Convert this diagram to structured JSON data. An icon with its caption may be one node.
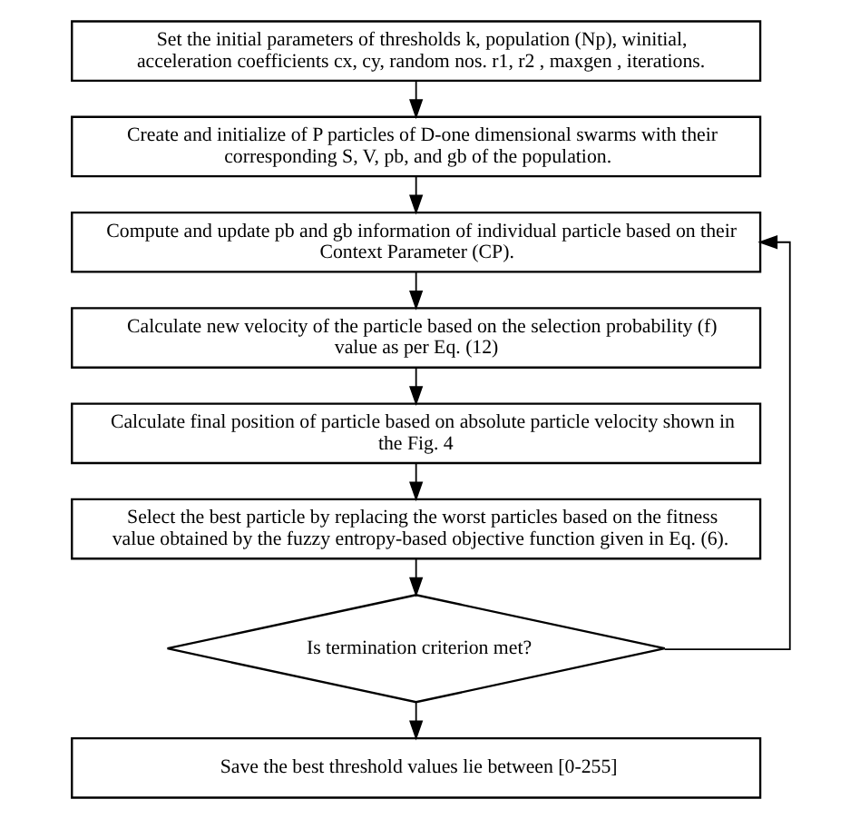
{
  "diagram": {
    "nodes": [
      {
        "text": [
          "Set the initial parameters of thresholds k, population (Np), winitial, acceleration coefficients cx, cy, random nos. r1, r2 , maxgen , iterations."
        ]
      },
      {
        "text": [
          "Create and initialize of P particles of D-one dimensional swarms with their corresponding S, V, pb, and gb of the population."
        ]
      },
      {
        "text": [
          "Compute and update pb and gb information of individual particle based on their Context Parameter (CP)."
        ]
      },
      {
        "text": [
          "Calculate new velocity of the particle based on the selection probability (f) value as per Eq. (12)"
        ]
      },
      {
        "text": [
          "Calculate final position of particle based on absolute particle velocity shown in the Fig. 4"
        ]
      },
      {
        "text": [
          "Select the best particle by replacing the worst particles based on the fitness value obtained by the fuzzy entropy-based objective function given in Eq. (6)."
        ]
      },
      {
        "text": [
          "Is termination criterion met?"
        ]
      },
      {
        "text": [
          "Save the best threshold values lie between [0-255]"
        ]
      }
    ],
    "edges": [
      {
        "from": 0,
        "to": 1,
        "arrow": "to"
      },
      {
        "from": 1,
        "to": 2,
        "arrow": "to"
      },
      {
        "from": 2,
        "to": 3,
        "arrow": "to"
      },
      {
        "from": 3,
        "to": 4,
        "arrow": "to"
      },
      {
        "from": 4,
        "to": 5,
        "arrow": "to"
      },
      {
        "from": 5,
        "to": 6,
        "arrow": "to"
      },
      {
        "from": 6,
        "to": 7,
        "arrow": "to"
      },
      {
        "from": 6,
        "to": 2,
        "arrow": "to"
      }
    ]
  }
}
